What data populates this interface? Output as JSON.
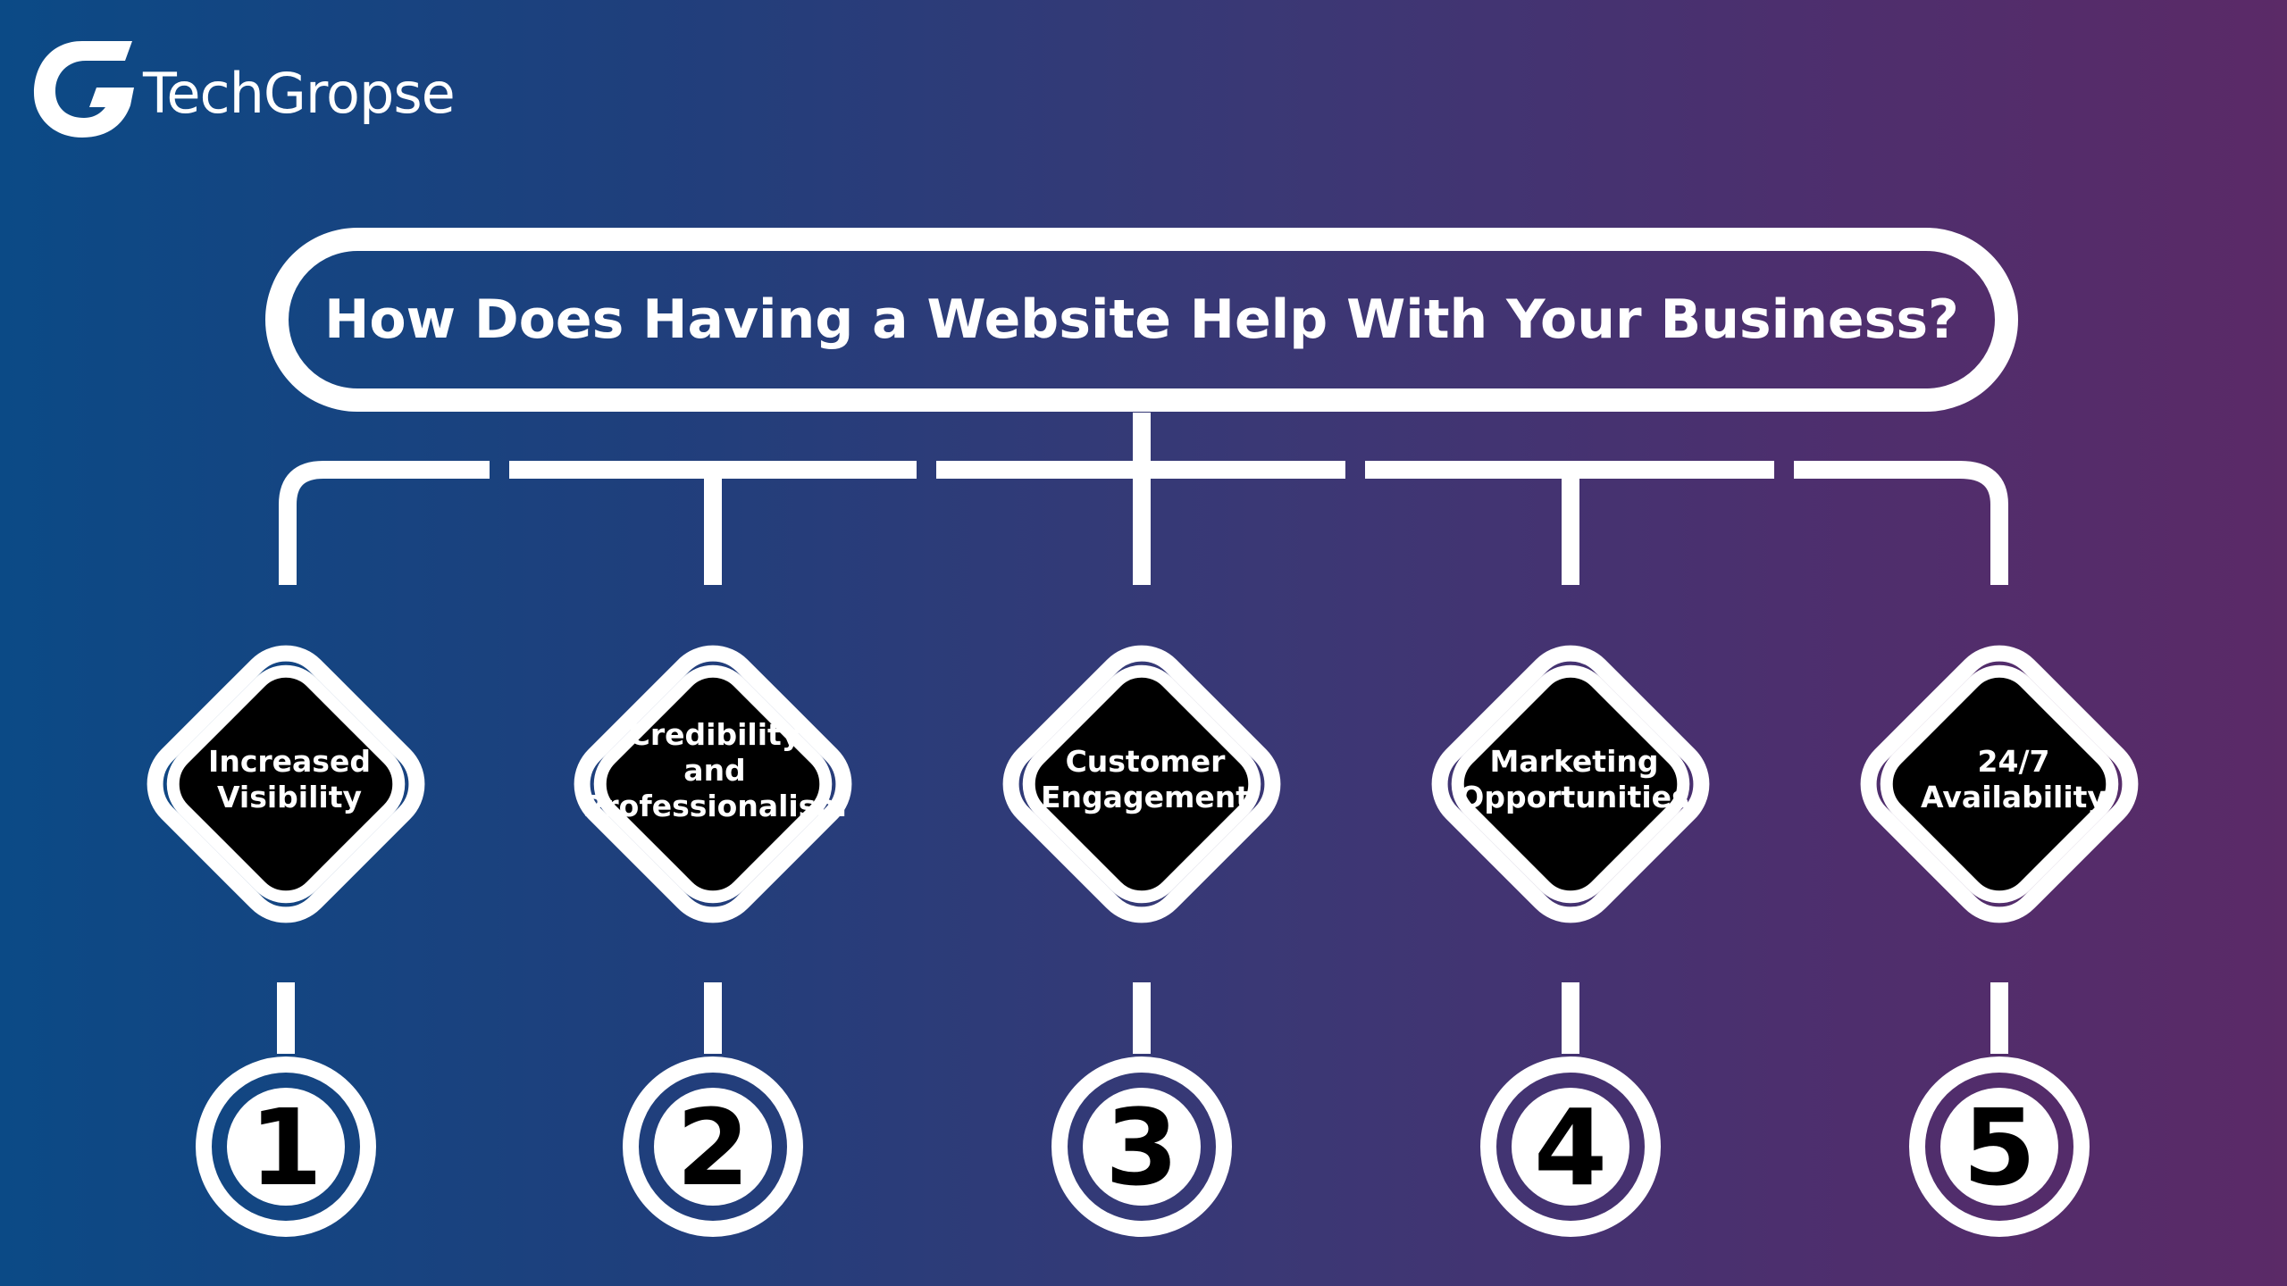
{
  "brand": {
    "name": "TechGropse",
    "logo_icon": "g-logo-icon"
  },
  "title": "How Does Having a Website Help With Your Business?",
  "colors": {
    "bg_left": "#0b4a86",
    "bg_right": "#5b2a67",
    "line": "#ffffff",
    "node_fill": "#000000",
    "number_fill": "#000000"
  },
  "nodes": [
    {
      "number": "1",
      "label_lines": [
        "Increased",
        "Visibility"
      ]
    },
    {
      "number": "2",
      "label_lines": [
        "Credibility",
        "and",
        "Professionalism"
      ]
    },
    {
      "number": "3",
      "label_lines": [
        "Customer",
        "Engagement"
      ]
    },
    {
      "number": "4",
      "label_lines": [
        "Marketing",
        "Opportunities"
      ]
    },
    {
      "number": "5",
      "label_lines": [
        "24/7",
        "Availability"
      ]
    }
  ]
}
